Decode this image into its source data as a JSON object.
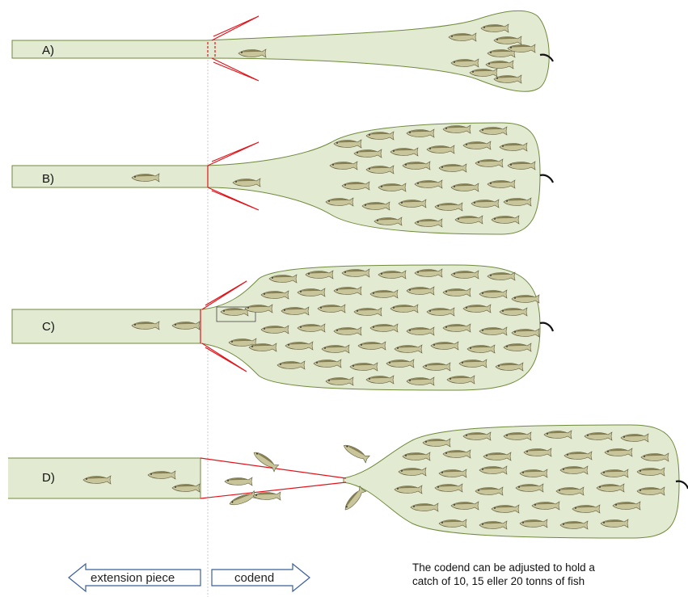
{
  "panels": [
    {
      "id": "A",
      "label": "A)"
    },
    {
      "id": "B",
      "label": "B)"
    },
    {
      "id": "C",
      "label": "C)"
    },
    {
      "id": "D",
      "label": "D)"
    }
  ],
  "arrows": {
    "left_label": "extension piece",
    "right_label": "codend"
  },
  "caption": {
    "line1": "The codend can be adjusted to hold a",
    "line2": "catch of 10, 15 eller 20 tonns of fish"
  },
  "colors": {
    "net_fill": "#e3ead2",
    "net_stroke": "#6f8a3c",
    "valve_red": "#e0141b",
    "fish_body": "#c9c59a",
    "fish_back": "#857e52",
    "arrow_stroke": "#3b5f9b",
    "divider": "#c8c8c8"
  }
}
